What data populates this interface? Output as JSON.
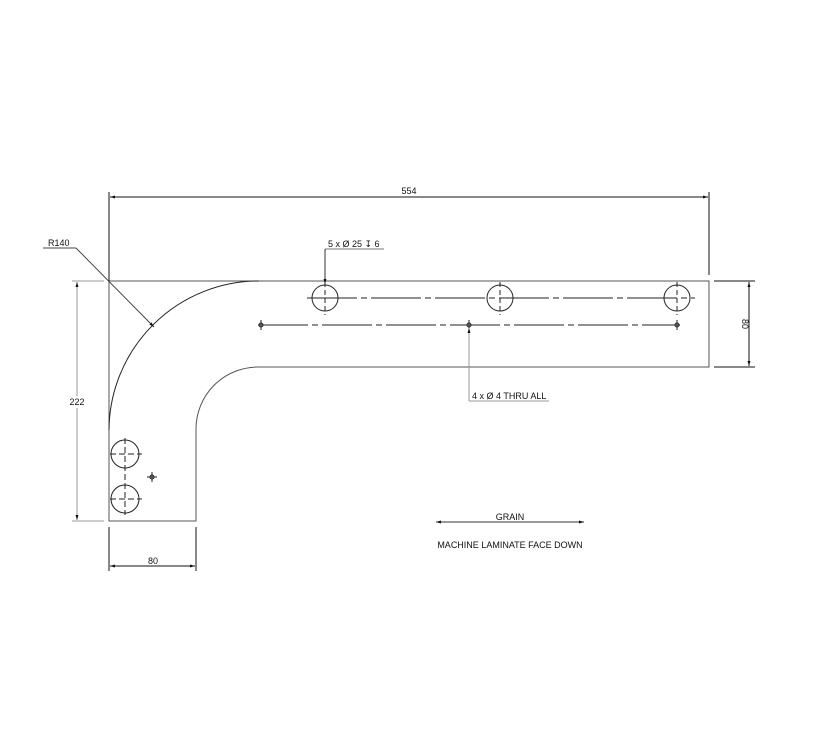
{
  "drawing": {
    "dimensions": {
      "overall_length": "554",
      "overall_height": "222",
      "arm_width": "80",
      "leg_width": "80",
      "outer_radius": "R140"
    },
    "callouts": {
      "counterbore_holes": "5 x Ø 25 ↧ 6",
      "thru_holes": "4 x Ø 4 THRU ALL"
    },
    "notes": {
      "grain": "GRAIN",
      "machining": "MACHINE LAMINATE FACE DOWN"
    },
    "colors": {
      "line": "#111111",
      "leader": "#9a9a9a",
      "part_edge": "#7a7a7a"
    }
  }
}
